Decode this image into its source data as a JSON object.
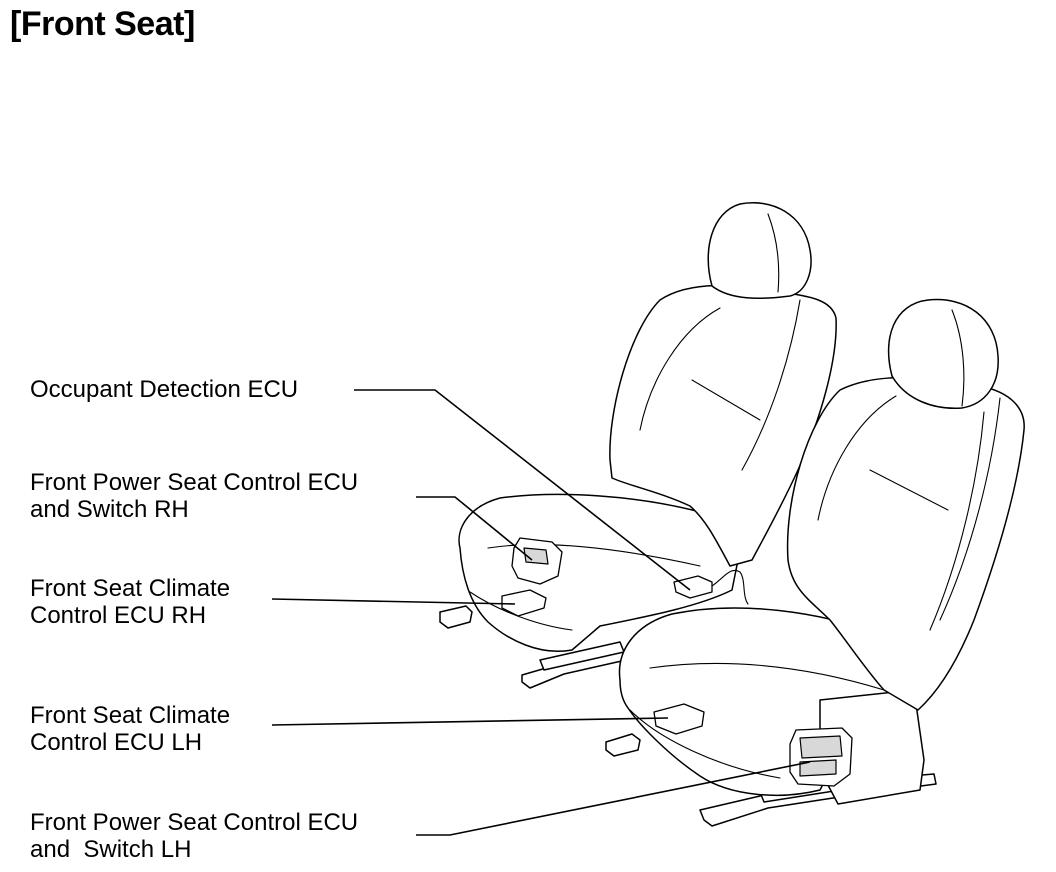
{
  "title": "[Front Seat]",
  "labels": {
    "occupant_detection_ecu": "Occupant Detection ECU",
    "power_seat_ecu_rh_line1": "Front Power Seat Control ECU",
    "power_seat_ecu_rh_line2": "and Switch RH",
    "climate_ecu_rh_line1": "Front Seat Climate",
    "climate_ecu_rh_line2": "Control ECU RH",
    "climate_ecu_lh_line1": "Front Seat Climate",
    "climate_ecu_lh_line2": "Control ECU LH",
    "power_seat_ecu_lh_line1": "Front Power Seat Control ECU",
    "power_seat_ecu_lh_line2": "and  Switch LH"
  }
}
